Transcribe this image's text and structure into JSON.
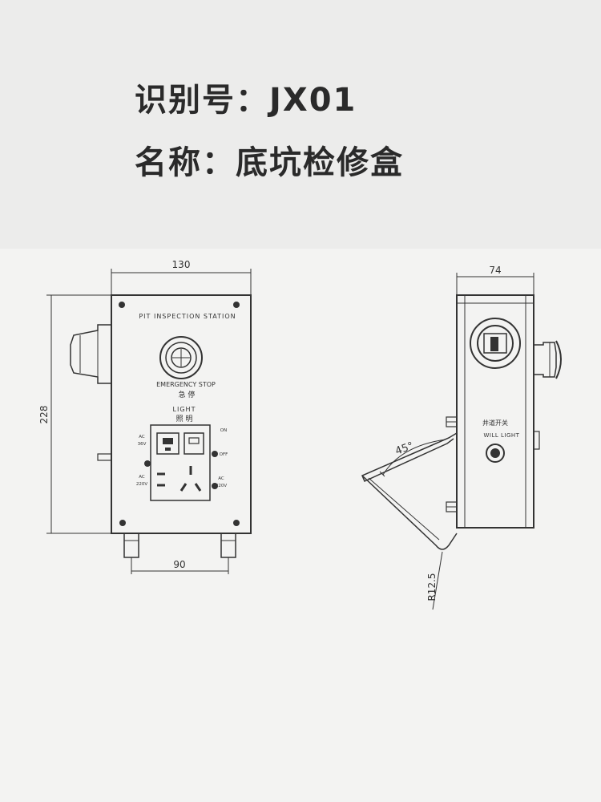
{
  "header": {
    "id_line": "识别号：JX01",
    "name_line": "名称：底坑检修盒"
  },
  "front_view": {
    "dim_width": "130",
    "dim_height": "228",
    "dim_bottom": "90",
    "panel_title": "PIT INSPECTION STATION",
    "stop_label_en": "EMERGENCY STOP",
    "stop_label_cn": "急 停",
    "light_label_en": "LIGHT",
    "light_label_cn": "照 明",
    "socket_top_left": [
      "AC",
      "36V"
    ],
    "socket_top_right_a": "ON",
    "socket_top_right_b": "OFF",
    "socket_bottom_left": [
      "AC",
      "220V"
    ],
    "socket_bottom_right": [
      "AC",
      "220V"
    ]
  },
  "side_view": {
    "dim_width": "74",
    "angle": "45°",
    "radius": "R12.5",
    "switch_label_cn": "井道开关",
    "switch_label_en": "WILL LIGHT"
  }
}
